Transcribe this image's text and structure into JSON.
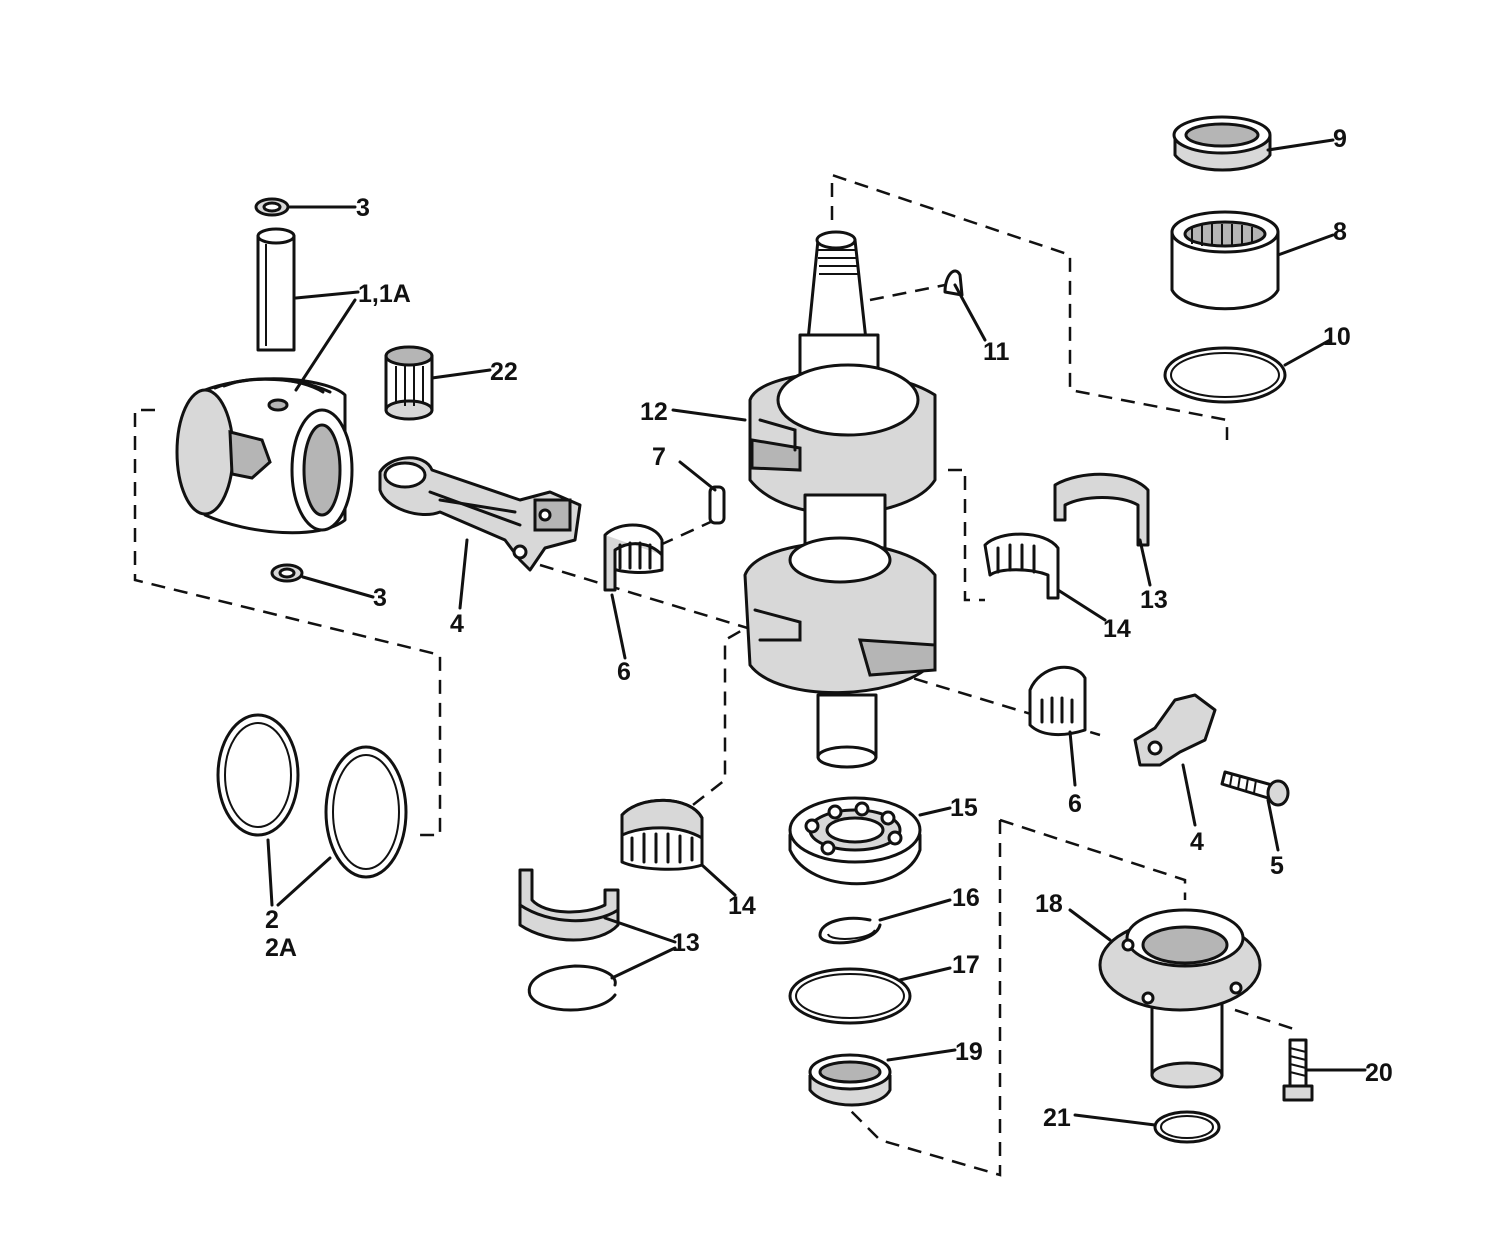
{
  "diagram": {
    "labels": {
      "l_3a": "3",
      "l_1_1a": "1,1A",
      "l_22": "22",
      "l_3b": "3",
      "l_4a": "4",
      "l_7": "7",
      "l_6a": "6",
      "l_12": "12",
      "l_11": "11",
      "l_9": "9",
      "l_8": "8",
      "l_10": "10",
      "l_13a": "13",
      "l_14a": "14",
      "l_6b": "6",
      "l_4b": "4",
      "l_5": "5",
      "l_15": "15",
      "l_14b": "14",
      "l_2": "2",
      "l_2a": "2A",
      "l_13b": "13",
      "l_16": "16",
      "l_17": "17",
      "l_18": "18",
      "l_19": "19",
      "l_20": "20",
      "l_21": "21"
    }
  }
}
